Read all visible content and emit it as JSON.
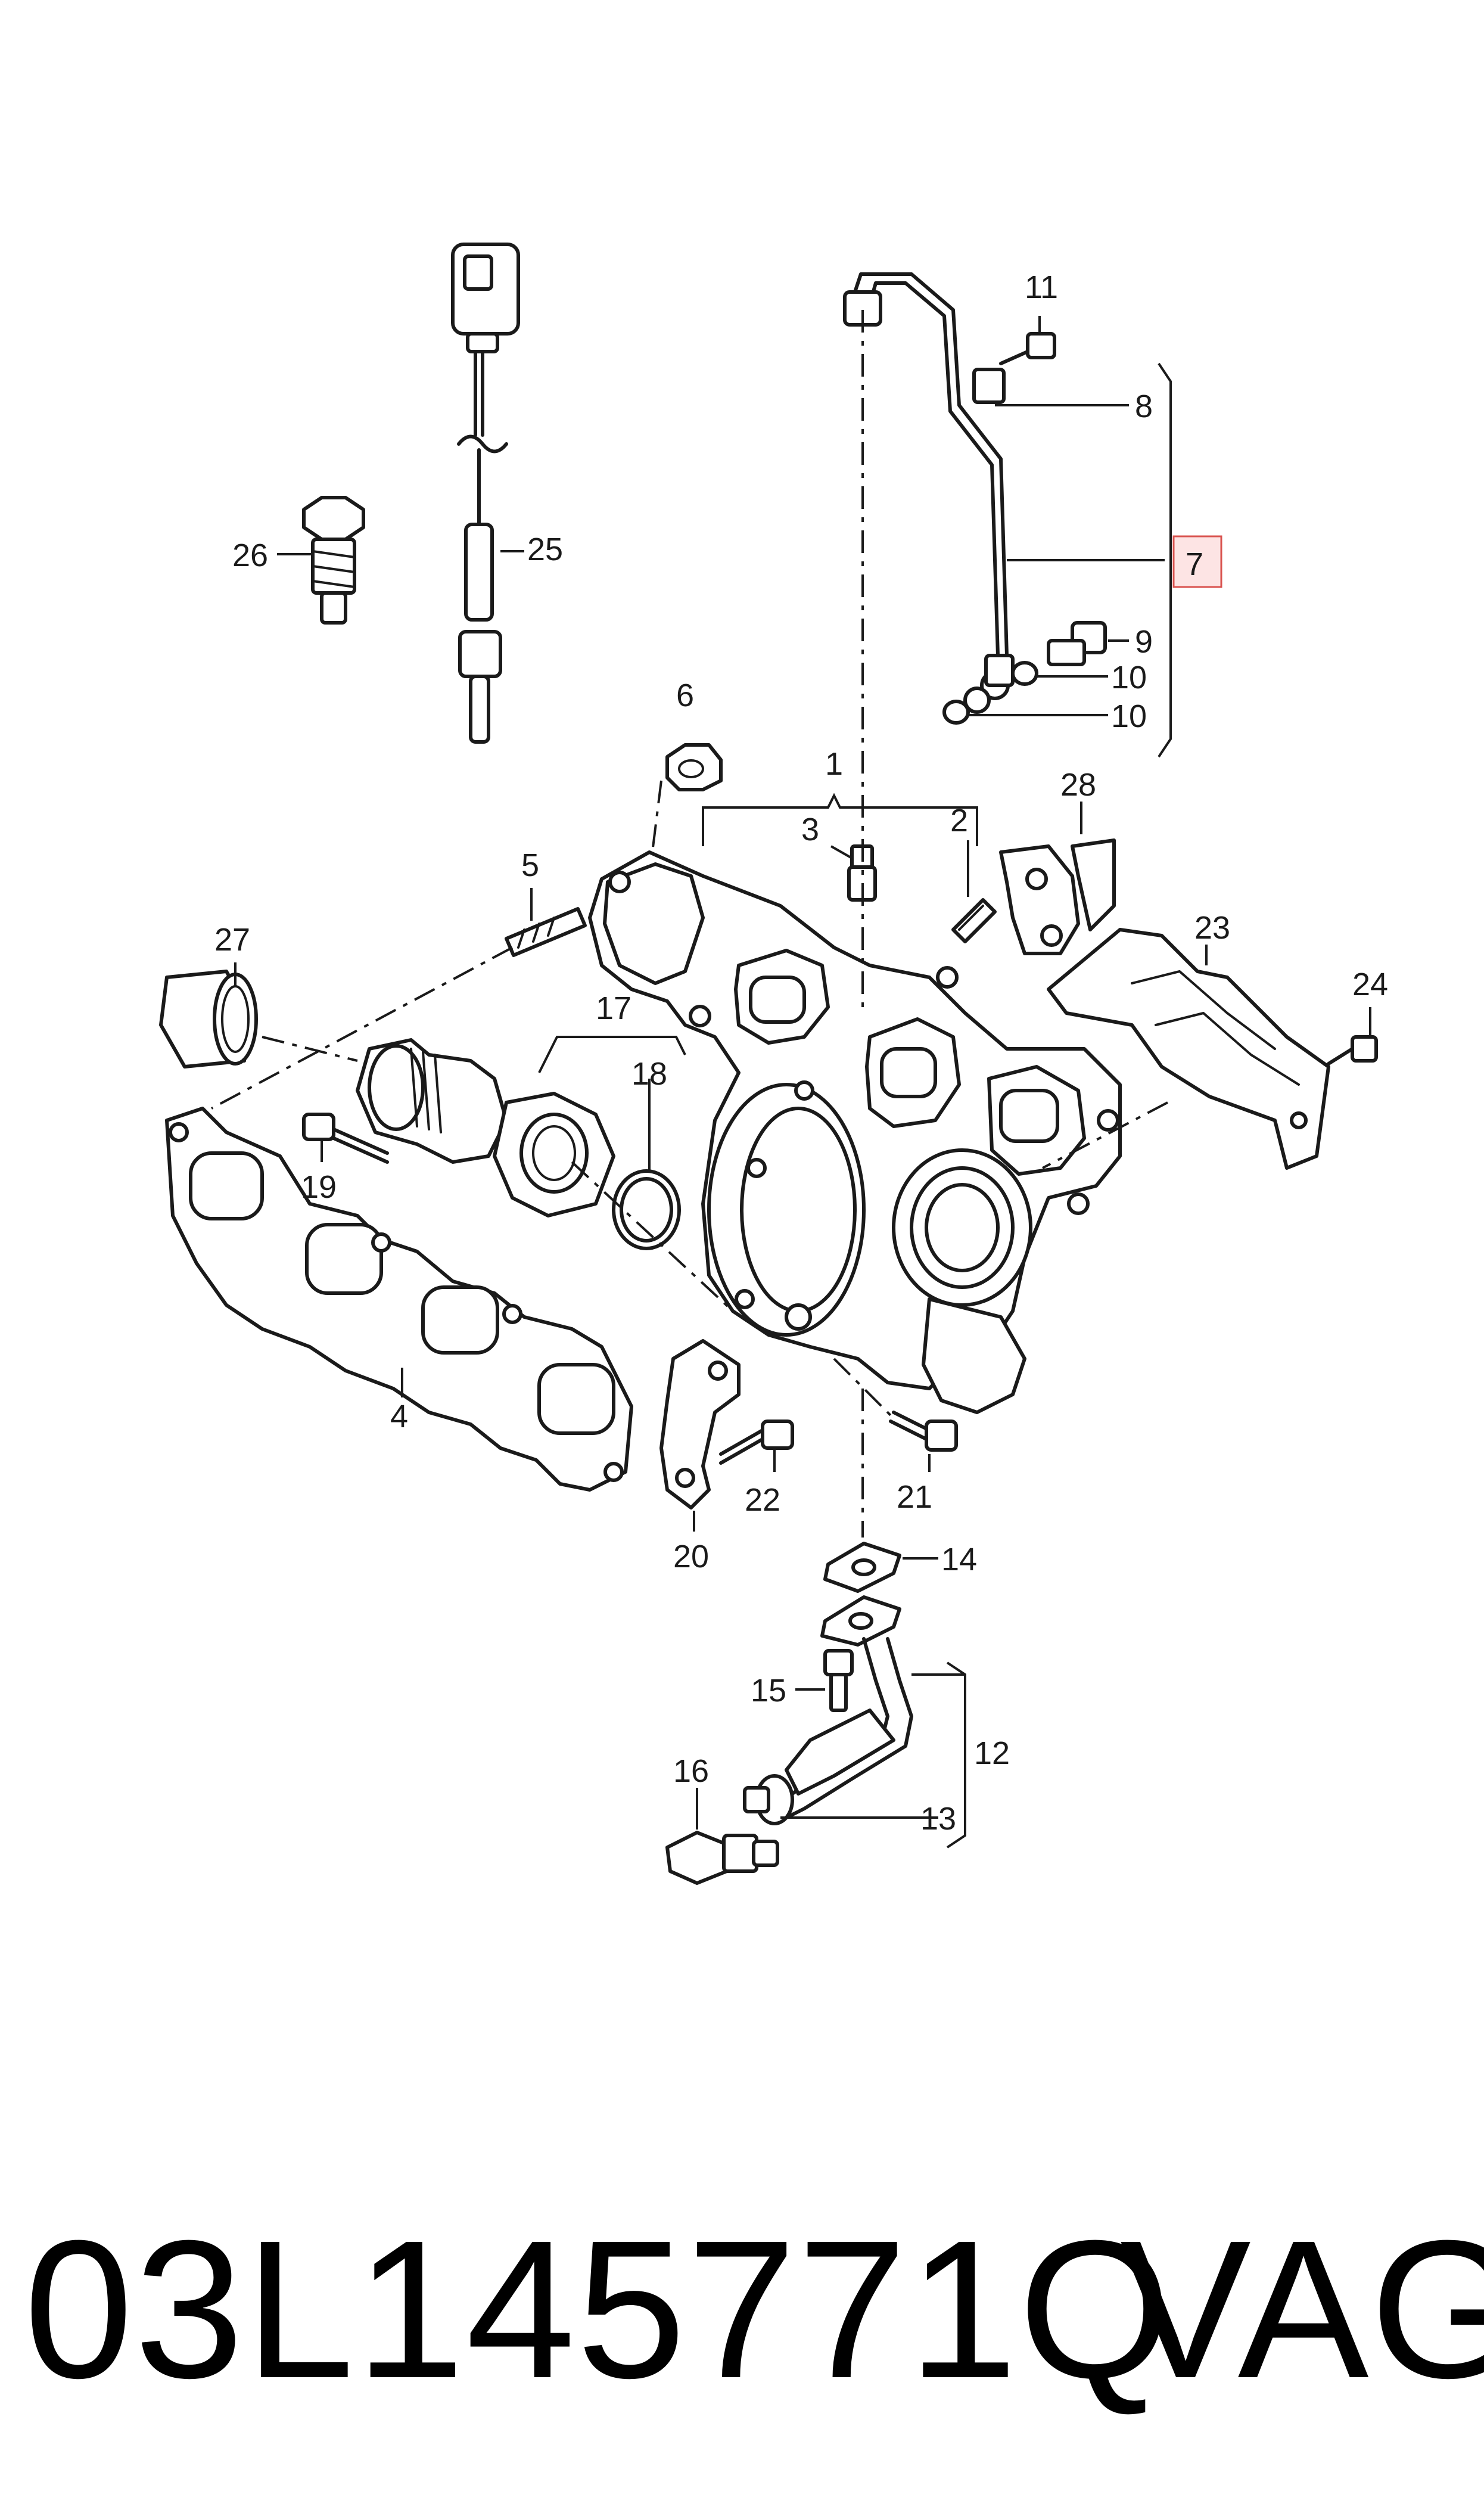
{
  "callouts": {
    "c1": "1",
    "c2": "2",
    "c3": "3",
    "c4": "4",
    "c5": "5",
    "c6": "6",
    "c7": "7",
    "c8": "8",
    "c9": "9",
    "c10a": "10",
    "c10b": "10",
    "c11": "11",
    "c12": "12",
    "c13": "13",
    "c14": "14",
    "c15": "15",
    "c16": "16",
    "c17": "17",
    "c18": "18",
    "c19": "19",
    "c20": "20",
    "c21": "21",
    "c22": "22",
    "c23": "23",
    "c24": "24",
    "c25": "25",
    "c26": "26",
    "c27": "27",
    "c28": "28"
  },
  "highlighted_callout": "7",
  "colors": {
    "highlight_fill": "#fde4e4",
    "highlight_border": "#d9534f",
    "ink": "#1a1a1a"
  },
  "footer": {
    "part_number": "03L145771Q",
    "brand": "VAG"
  }
}
